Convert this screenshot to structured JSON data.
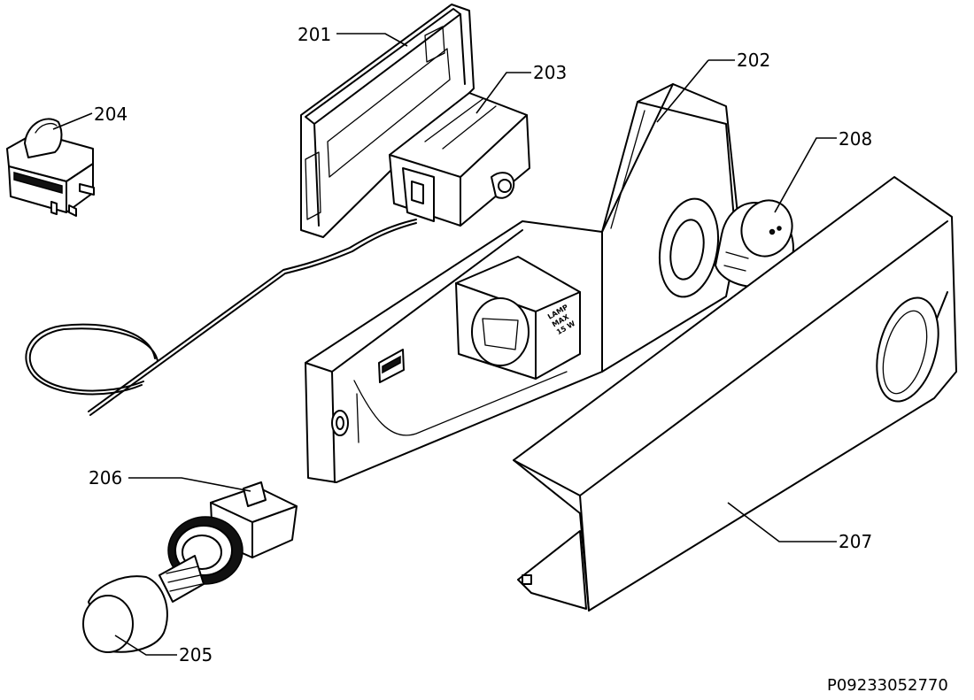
{
  "callouts": {
    "p201": "201",
    "p202": "202",
    "p203": "203",
    "p204": "204",
    "p205": "205",
    "p206": "206",
    "p207": "207",
    "p208": "208"
  },
  "housing_label": {
    "line1": "LAMP",
    "line2": "MAX",
    "line3": "15 W"
  },
  "drawing_code": "P09233052770"
}
